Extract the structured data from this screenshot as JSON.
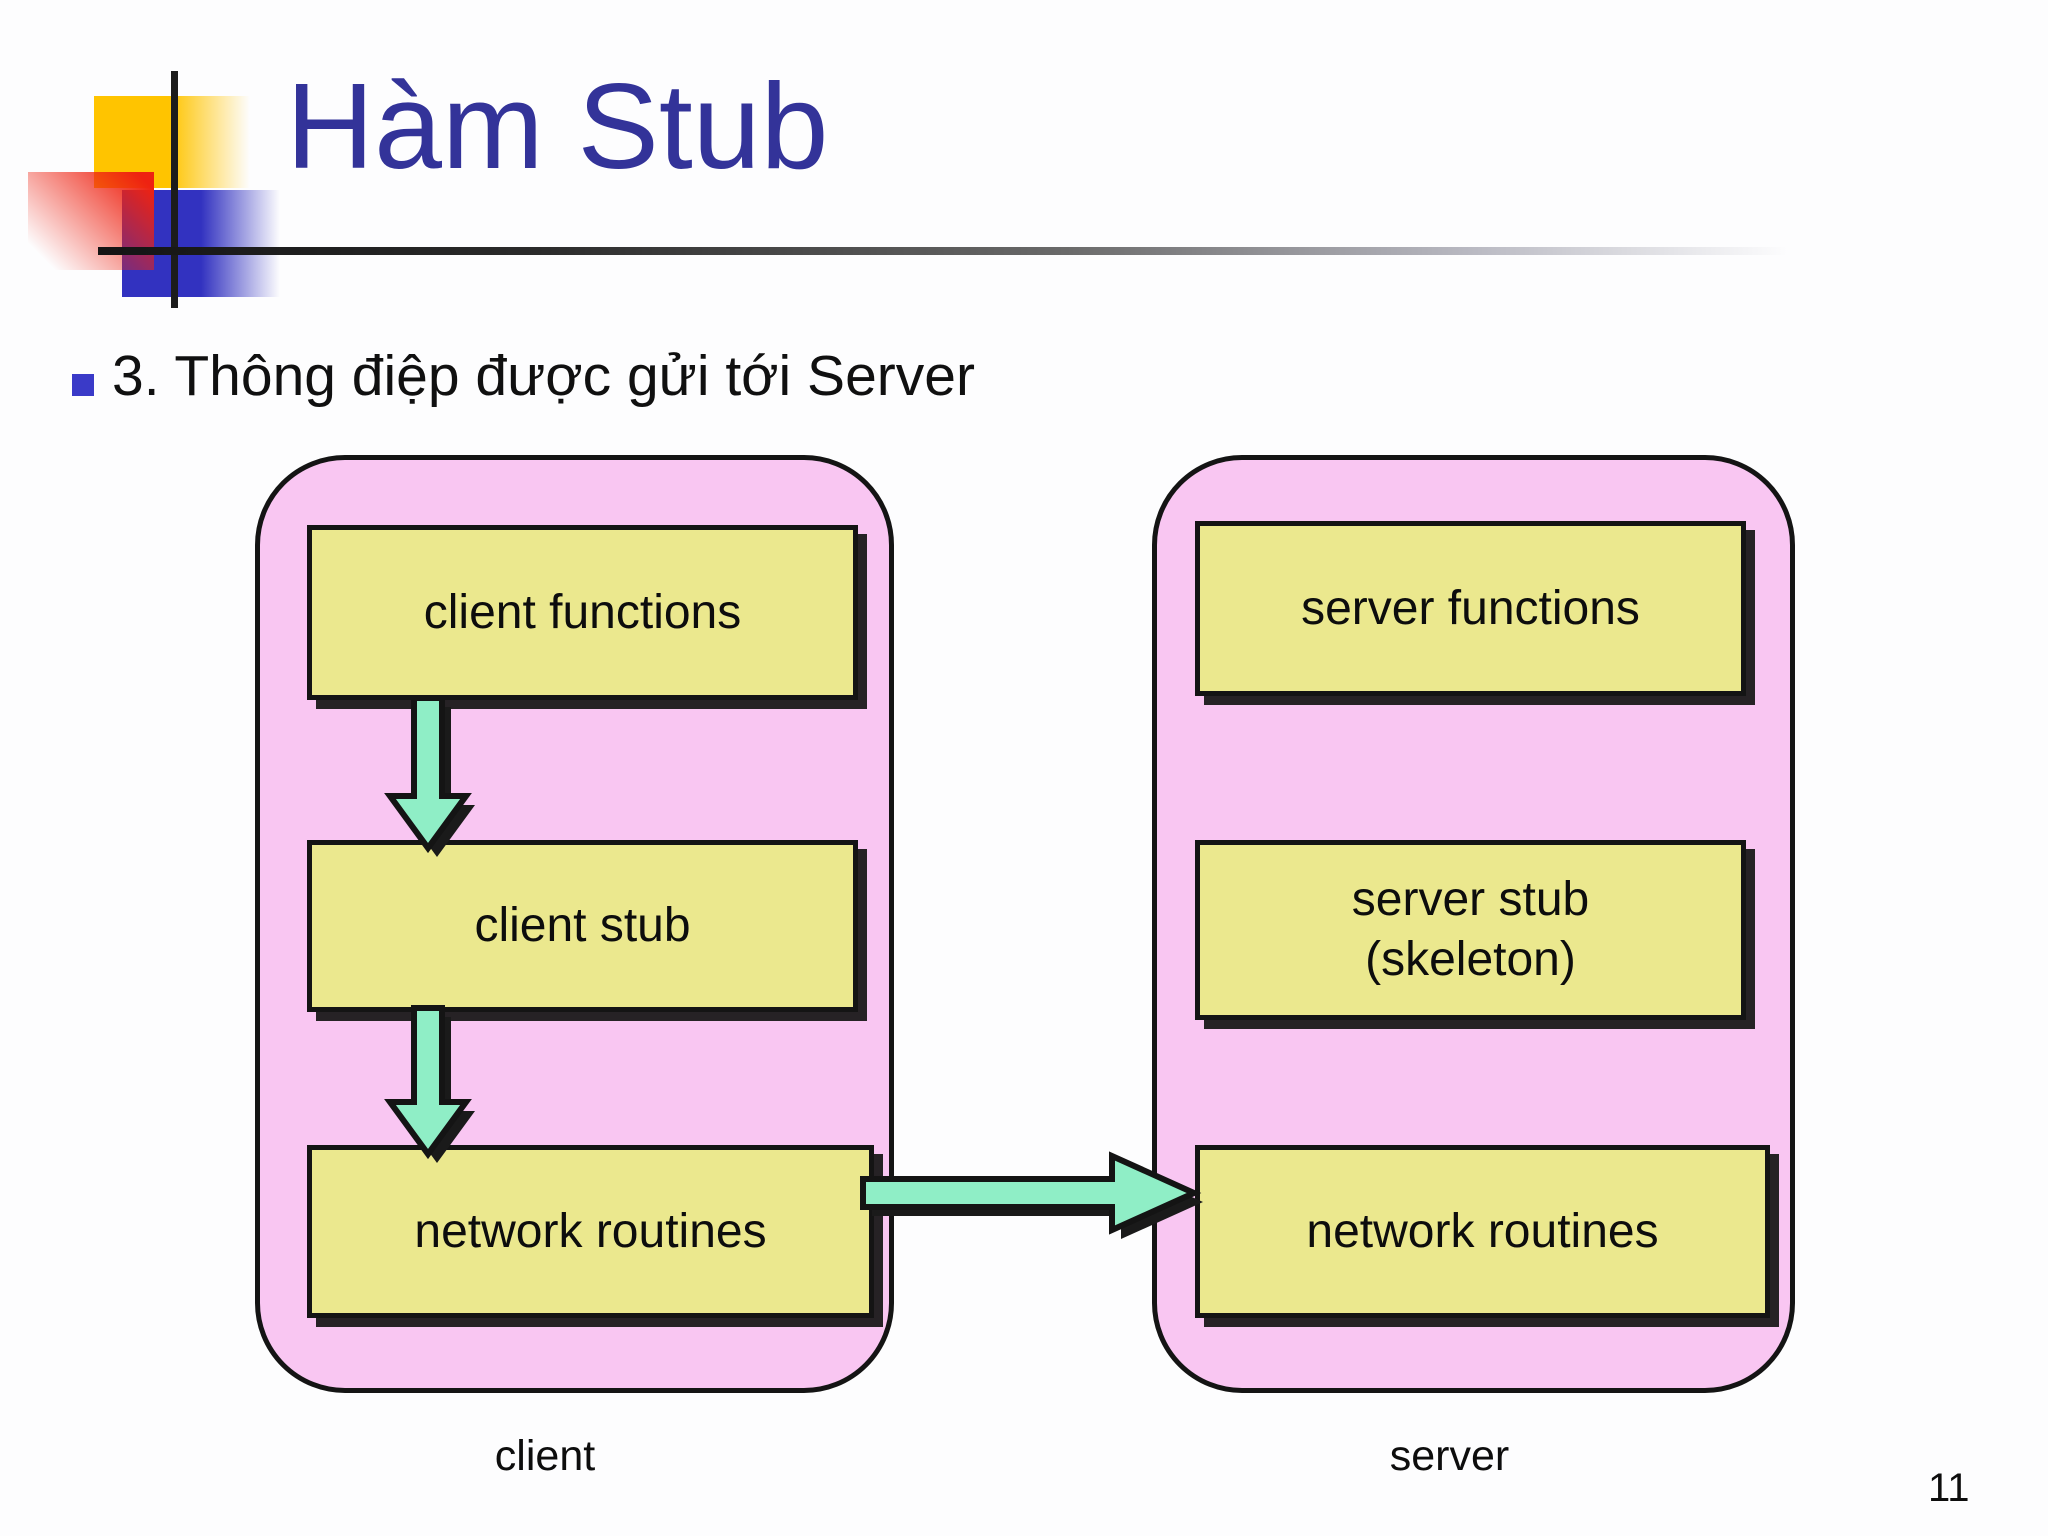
{
  "colors": {
    "title_text": "#333399",
    "body_text": "#101010",
    "bullet_marker": "#3a3ac8",
    "container_fill": "#f9c6f2",
    "box_fill": "#ebe88e",
    "arrow_green": "#8feec6",
    "outline_black": "#141414",
    "shadow_black": "#1a1a1a",
    "logo_yellow": "#ffc400",
    "logo_red": "#ee2211",
    "logo_blue": "#3232c0"
  },
  "header": {
    "title": "Hàm Stub"
  },
  "content": {
    "bullet_text": "3. Thông điệp được gửi tới Server"
  },
  "diagram": {
    "client": {
      "label": "client",
      "boxes": [
        {
          "label": "client functions"
        },
        {
          "label": "client stub"
        },
        {
          "label": "network routines"
        }
      ]
    },
    "server": {
      "label": "server",
      "boxes": [
        {
          "label": "server functions"
        },
        {
          "label": "server stub\n(skeleton)"
        },
        {
          "label": "network routines"
        }
      ]
    }
  },
  "footer": {
    "page_number": "11"
  }
}
